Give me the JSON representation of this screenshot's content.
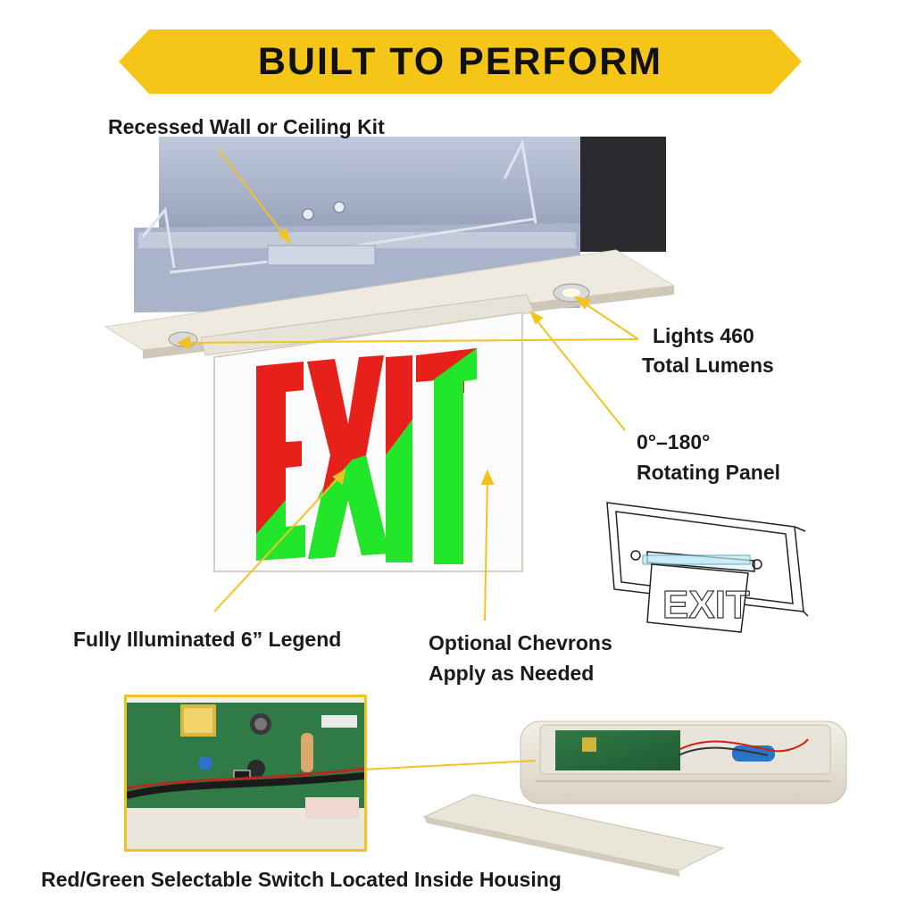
{
  "banner": {
    "title": "BUILT TO PERFORM",
    "color": "#f5c518"
  },
  "callouts": {
    "recessed_kit": "Recessed Wall or Ceiling Kit",
    "lights_line1": "Lights 460",
    "lights_line2": "Total Lumens",
    "rotating_line1": "0°–180°",
    "rotating_line2": "Rotating Panel",
    "legend": "Fully Illuminated 6” Legend",
    "chevrons_line1": "Optional Chevrons",
    "chevrons_line2": "Apply as Needed",
    "switch": "Red/Green Selectable Switch Located Inside Housing"
  },
  "sign": {
    "text": "EXIT",
    "red": "#e8201c",
    "green": "#22e62a"
  },
  "colors": {
    "leader": "#f2c320",
    "text": "#1a1a1a"
  }
}
